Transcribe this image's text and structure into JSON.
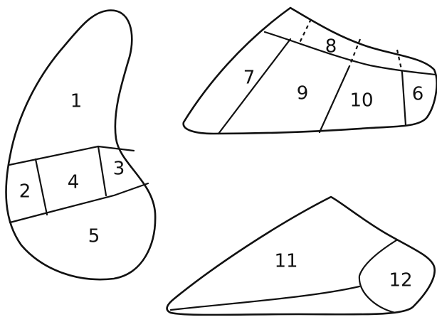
{
  "pieces": {
    "left": {
      "labels": {
        "p1": "1",
        "p2": "2",
        "p3": "3",
        "p4": "4",
        "p5": "5"
      }
    },
    "top_right": {
      "labels": {
        "p6": "6",
        "p7": "7",
        "p8": "8",
        "p9": "9",
        "p10": "10"
      }
    },
    "bottom_right": {
      "labels": {
        "p11": "11",
        "p12": "12"
      }
    }
  },
  "colors": {
    "line": "#111111",
    "background": "#ffffff"
  }
}
